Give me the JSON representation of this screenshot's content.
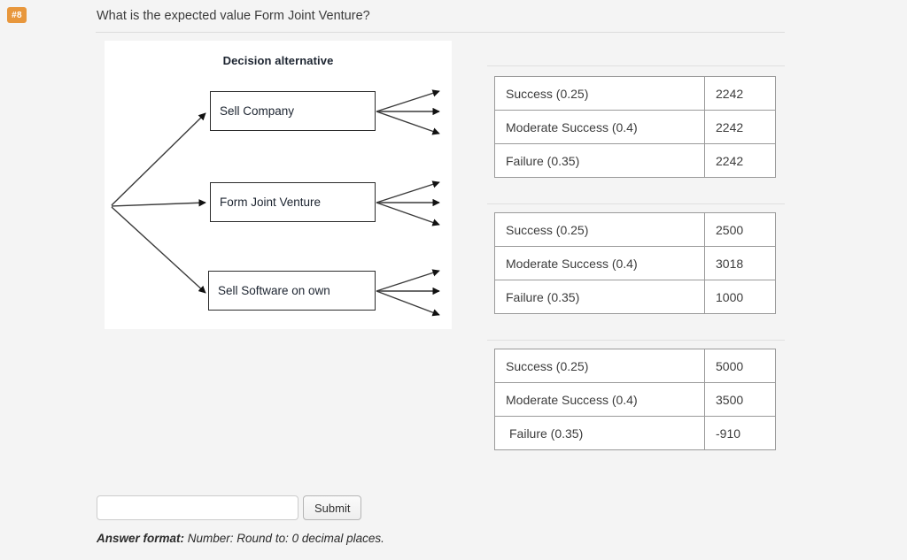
{
  "question": {
    "badge": "#8",
    "text": "What is the expected value Form Joint Venture?"
  },
  "diagram": {
    "title": "Decision alternative",
    "nodes": [
      {
        "label": "Sell Company"
      },
      {
        "label": "Form Joint Venture"
      },
      {
        "label": "Sell Software on own"
      }
    ]
  },
  "tables": [
    {
      "rows": [
        {
          "state": "Success (0.25)",
          "payoff": "2242"
        },
        {
          "state": "Moderate Success (0.4)",
          "payoff": "2242"
        },
        {
          "state": "Failure (0.35)",
          "payoff": "2242"
        }
      ]
    },
    {
      "rows": [
        {
          "state": "Success (0.25)",
          "payoff": "2500"
        },
        {
          "state": "Moderate Success (0.4)",
          "payoff": "3018"
        },
        {
          "state": "Failure (0.35)",
          "payoff": "1000"
        }
      ]
    },
    {
      "rows": [
        {
          "state": "Success (0.25)",
          "payoff": "5000"
        },
        {
          "state": "Moderate Success (0.4)",
          "payoff": "3500"
        },
        {
          "state": "Failure (0.35)",
          "payoff": "-910"
        }
      ]
    }
  ],
  "answer": {
    "value": "",
    "placeholder": "",
    "submit_label": "Submit",
    "format_label": "Answer format:",
    "format_text": " Number: Round to: 0 decimal places."
  },
  "colors": {
    "background": "#f4f4f4",
    "badge": "#e8973c",
    "rule": "#dcdcdc",
    "table_border": "#9a9a9a"
  }
}
